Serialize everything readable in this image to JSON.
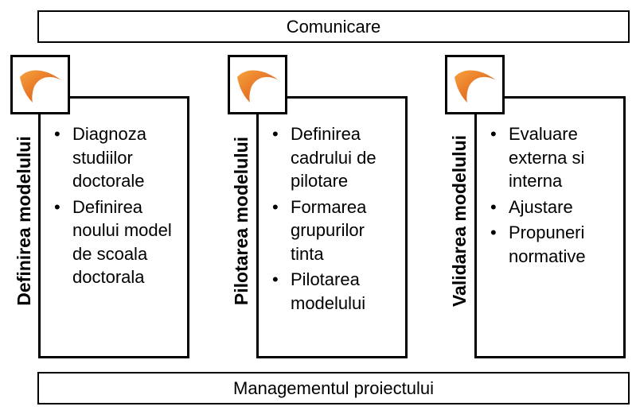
{
  "top_bar": {
    "label": "Comunicare"
  },
  "bottom_bar": {
    "label": "Managementul proiectului"
  },
  "colors": {
    "icon_dark": "#d94a12",
    "icon_light": "#f6a23c"
  },
  "columns": [
    {
      "vertical_label": "Definirea modelului",
      "icon": "orange-swoosh-icon",
      "items": [
        "Diagnoza studiilor doctorale",
        "Definirea noului model de scoala doctorala"
      ]
    },
    {
      "vertical_label": "Pilotarea modelului",
      "icon": "orange-swoosh-icon",
      "items": [
        "Definirea cadrului de pilotare",
        "Formarea grupurilor tinta",
        "Pilotarea modelului"
      ]
    },
    {
      "vertical_label": "Validarea modelului",
      "icon": "orange-swoosh-icon",
      "items": [
        "Evaluare externa si interna",
        "Ajustare",
        "Propuneri normative"
      ]
    }
  ]
}
